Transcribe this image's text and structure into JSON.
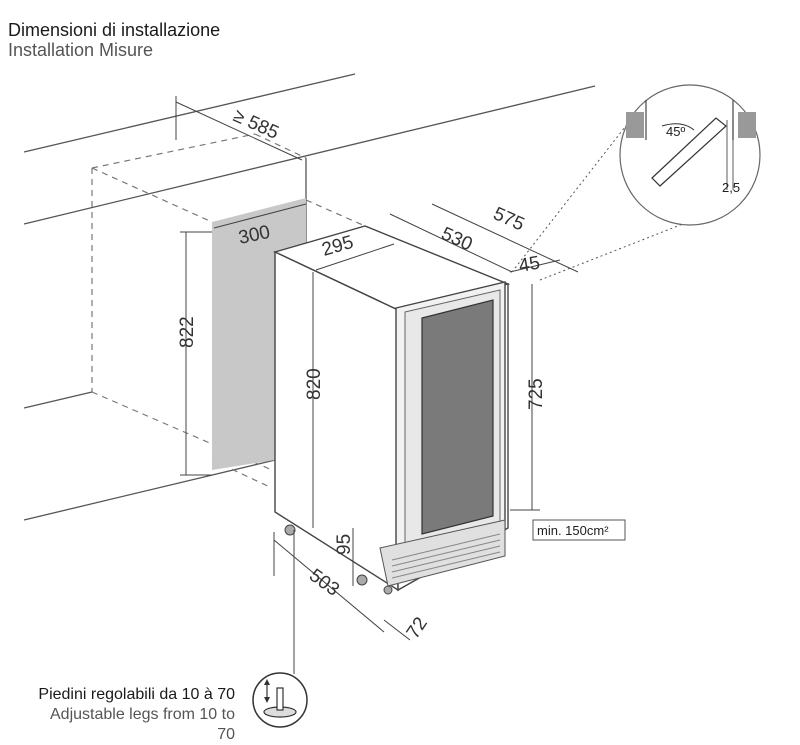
{
  "title": {
    "line1": "Dimensioni di installazione",
    "line2": "Installation Misure"
  },
  "dimensions": {
    "depth_min": "≥ 585",
    "niche_width": "300",
    "niche_height": "822",
    "width": "295",
    "height": "820",
    "depth_body": "530",
    "depth_total": "575",
    "door": "45",
    "door_height": "725",
    "vent": "min. 150cm²",
    "plinth": "95",
    "legs_depth": "503",
    "front": "72"
  },
  "detail": {
    "angle": "45º",
    "gap": "2,5"
  },
  "legs_note": {
    "line1": "Piedini regolabili da 10 à 70",
    "line2": "Adjustable legs from 10 to 70"
  }
}
